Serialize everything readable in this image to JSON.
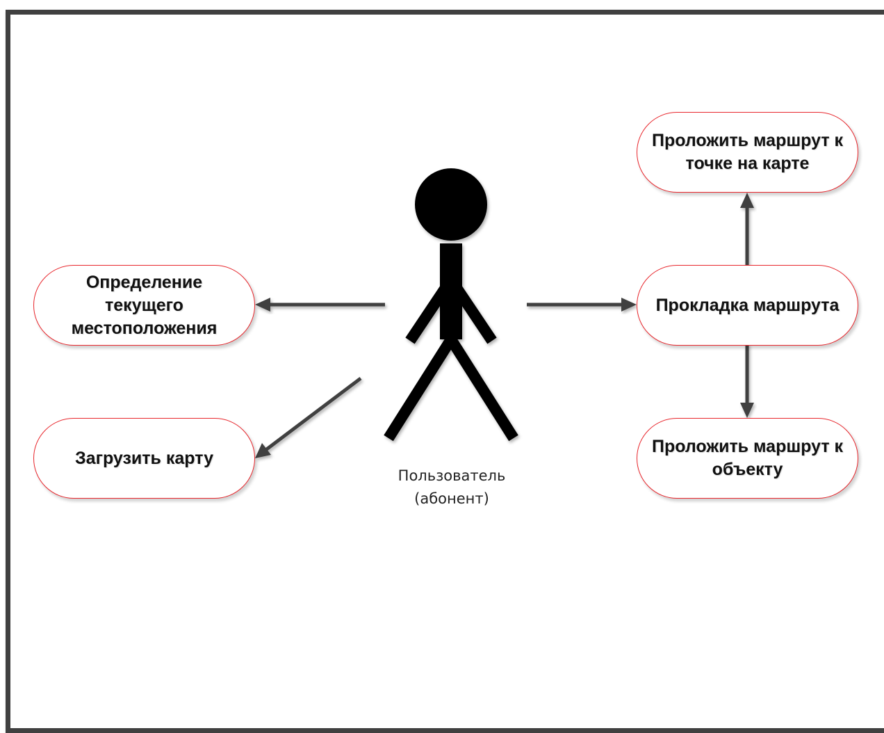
{
  "diagram": {
    "actor": {
      "label": "Пользователь\n(абонент)"
    },
    "use_cases": {
      "current_location": "Определение\nтекущего\nместоположения",
      "load_map": "Загрузить карту",
      "route_planning": "Прокладка маршрута",
      "route_to_point": "Проложить маршрут к\nточке на карте",
      "route_to_object": "Проложить маршрут к\nобъекту"
    },
    "colors": {
      "use_case_border": "#e8252b",
      "arrow": "#404040",
      "actor": "#000000",
      "frame": "#404040"
    }
  }
}
